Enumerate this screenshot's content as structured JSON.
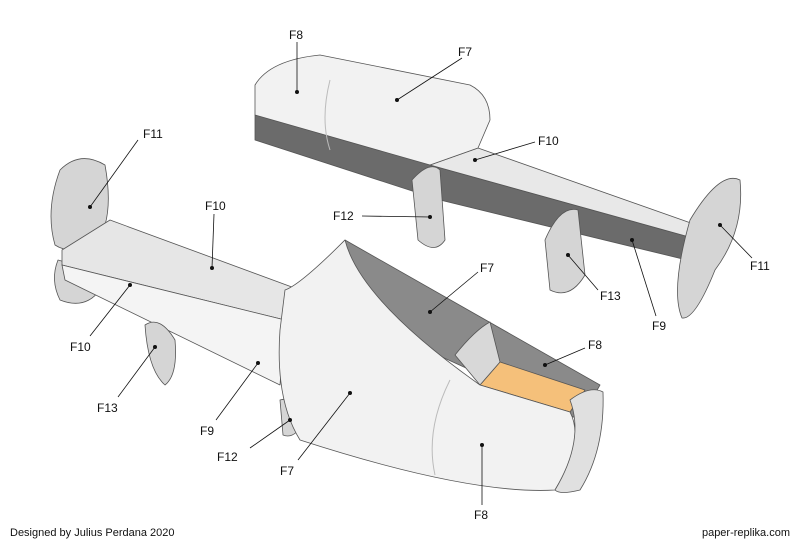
{
  "labels": {
    "top_f8": "F8",
    "top_f7": "F7",
    "top_f10": "F10",
    "top_f12": "F12",
    "top_f13": "F13",
    "top_f9": "F9",
    "top_f11": "F11",
    "left_f11": "F11",
    "mid_f10": "F10",
    "mid_f7": "F7",
    "mid_f8": "F8",
    "low_f10": "F10",
    "low_f13": "F13",
    "low_f9": "F9",
    "low_f12": "F12",
    "low_f7": "F7",
    "low_f8": "F8"
  },
  "footer": {
    "credit": "Designed by Julius Perdana 2020",
    "website": "paper-replika.com"
  },
  "colors": {
    "panel_light": "#f2f2f2",
    "panel_mid": "#cfcfcf",
    "panel_dark": "#6b6b6b",
    "floor": "#f5c07a"
  }
}
